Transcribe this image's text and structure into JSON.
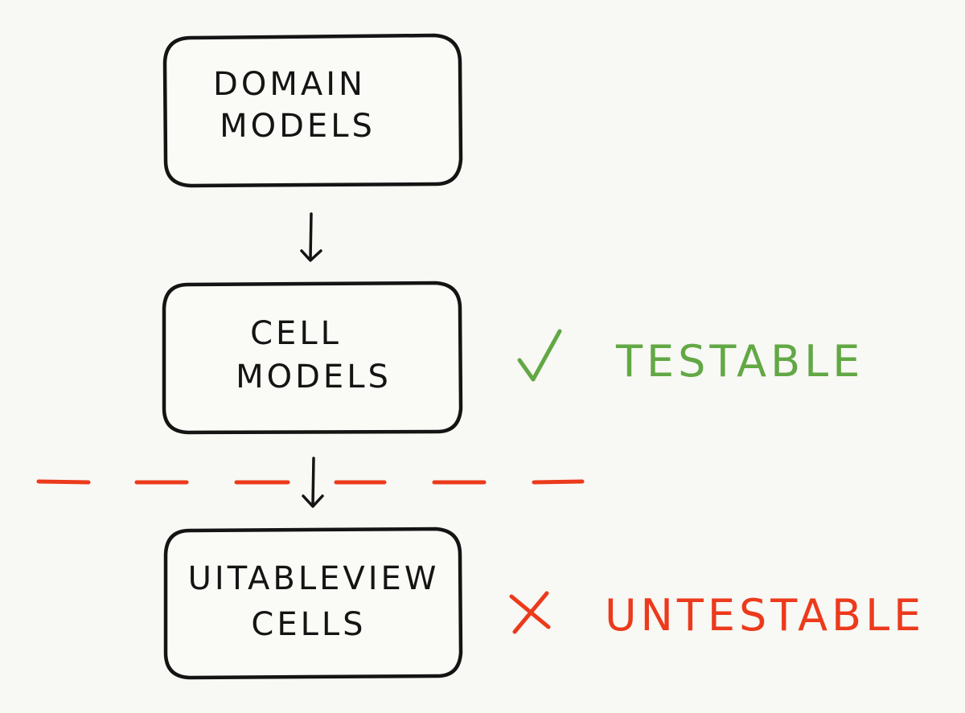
{
  "boxes": [
    {
      "line1": "DOMAIN",
      "line2": "MODELS"
    },
    {
      "line1": "CELL",
      "line2": "MODELS"
    },
    {
      "line1": "UITABLEVIEW",
      "line2": "CELLS"
    }
  ],
  "labels": {
    "testable": {
      "text": "TESTABLE",
      "icon": "check-mark-icon",
      "color": "#62a845"
    },
    "untestable": {
      "text": "UNTESTABLE",
      "icon": "cross-mark-icon",
      "color": "#ec3a1c"
    }
  },
  "divider_color": "#ec3a1c",
  "ink_color": "#141414"
}
